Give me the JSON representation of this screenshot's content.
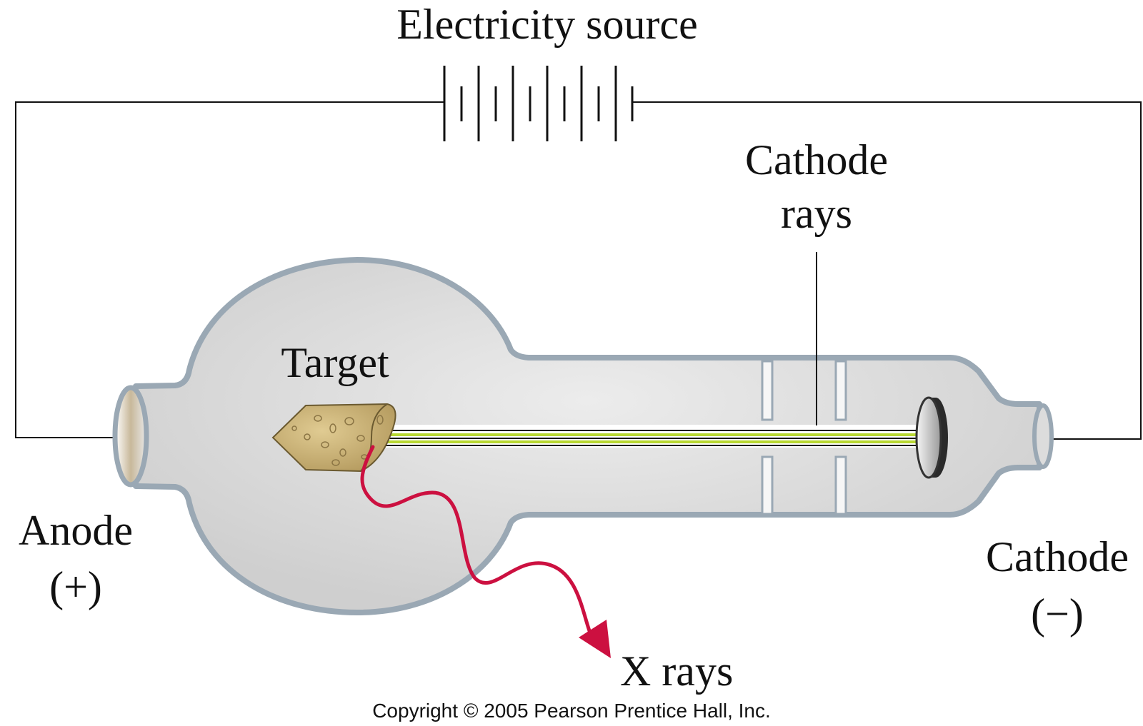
{
  "labels": {
    "electricity_source": "Electricity source",
    "cathode_rays_line1": "Cathode",
    "cathode_rays_line2": "rays",
    "target": "Target",
    "anode": "Anode",
    "anode_sign": "(+)",
    "cathode": "Cathode",
    "cathode_sign": "(−)",
    "x_rays": "X rays",
    "copyright": "Copyright © 2005 Pearson Prentice Hall, Inc."
  },
  "colors": {
    "tube_fill": "#d8d8d8",
    "tube_outline": "#9aa8b4",
    "target": "#c9b27a",
    "cathode_ray": "#b8d832",
    "x_ray": "#cc1040",
    "wire": "#111111"
  }
}
